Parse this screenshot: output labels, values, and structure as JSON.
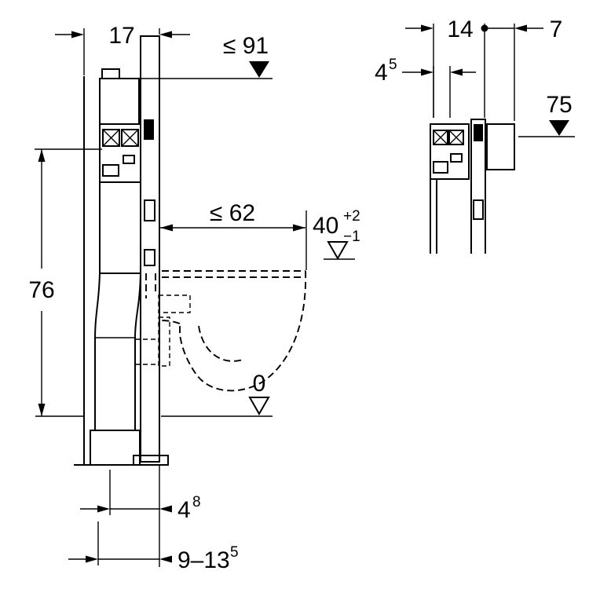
{
  "drawing": {
    "colors": {
      "ink": "#000000",
      "background": "#ffffff"
    },
    "left_view": {
      "top_offset": "17",
      "max_height": "≤ 91",
      "element_height": "76",
      "max_depth": "≤ 62",
      "seat_height": "40",
      "seat_height_tol_plus": "+2",
      "seat_height_tol_minus": "−1",
      "floor_level": "0",
      "outlet_offset_base": "4",
      "outlet_offset_sup": "8",
      "outlet_range_base": "9–13",
      "outlet_range_sup": "5"
    },
    "right_view": {
      "element_depth": "14",
      "lining_thickness": "7",
      "clearance_base": "4",
      "clearance_sup": "5",
      "lining_height": "75"
    }
  }
}
